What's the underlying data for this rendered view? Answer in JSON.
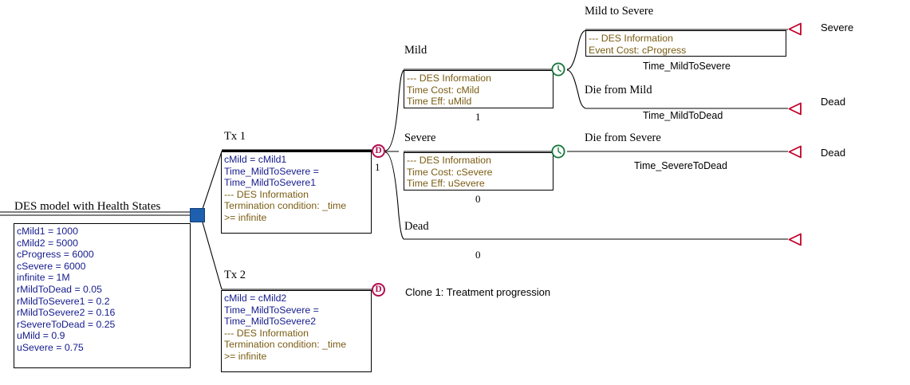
{
  "diagram": {
    "caption": "Clone 1: Treatment progression"
  },
  "root": {
    "label": "DES model with Health States",
    "node_icon": "square-node-icon",
    "variables": [
      "cMild1 = 1000",
      "cMild2 = 5000",
      "cProgress = 6000",
      "cSevere = 6000",
      "infinite = 1M",
      "rMildToDead = 0.05",
      "rMildToSevere1 = 0.2",
      "rMildToSevere2 = 0.16",
      "rSevereToDead = 0.25",
      "uMild = 0.9",
      "uSevere = 0.75"
    ]
  },
  "treatments": [
    {
      "label": "Tx 1",
      "node_icon": "decision-node-icon",
      "node_glyph": "D",
      "payoff": "1",
      "lines": [
        {
          "text": "cMild = cMild1",
          "kind": "var"
        },
        {
          "text": "Time_MildToSevere =",
          "kind": "var"
        },
        {
          "text": "Time_MildToSevere1",
          "kind": "var"
        },
        {
          "text": "--- DES Information",
          "kind": "des"
        },
        {
          "text": "Termination condition: _time",
          "kind": "des"
        },
        {
          "text": ">= infinite",
          "kind": "des"
        }
      ]
    },
    {
      "label": "Tx 2",
      "node_icon": "decision-node-icon",
      "node_glyph": "D",
      "payoff": "",
      "lines": [
        {
          "text": "cMild = cMild2",
          "kind": "var"
        },
        {
          "text": "Time_MildToSevere =",
          "kind": "var"
        },
        {
          "text": "Time_MildToSevere2",
          "kind": "var"
        },
        {
          "text": "--- DES Information",
          "kind": "des"
        },
        {
          "text": "Termination condition: _time",
          "kind": "des"
        },
        {
          "text": ">= infinite",
          "kind": "des"
        }
      ]
    }
  ],
  "health_states": [
    {
      "label": "Mild",
      "node_icon": "clock-node-icon",
      "payoff": "1",
      "lines": [
        {
          "text": "--- DES Information",
          "kind": "des"
        },
        {
          "text": "Time Cost: cMild",
          "kind": "des"
        },
        {
          "text": "Time Eff: uMild",
          "kind": "des"
        }
      ]
    },
    {
      "label": "Severe",
      "node_icon": "clock-node-icon",
      "payoff": "0",
      "lines": [
        {
          "text": "--- DES Information",
          "kind": "des"
        },
        {
          "text": "Time Cost: cSevere",
          "kind": "des"
        },
        {
          "text": "Time Eff: uSevere",
          "kind": "des"
        }
      ]
    },
    {
      "label": "Dead",
      "node_icon": "terminal-triangle-icon",
      "payoff": "0",
      "lines": []
    }
  ],
  "events": [
    {
      "label": "Mild to Severe",
      "distribution": "Time_MildToSevere",
      "terminal_label": "Severe",
      "node_icon": "terminal-triangle-icon",
      "lines": [
        {
          "text": "--- DES Information",
          "kind": "des"
        },
        {
          "text": "Event Cost: cProgress",
          "kind": "des"
        }
      ]
    },
    {
      "label": "Die from Mild",
      "distribution": "Time_MildToDead",
      "terminal_label": "Dead",
      "node_icon": "terminal-triangle-icon",
      "lines": []
    },
    {
      "label": "Die from Severe",
      "distribution": "Time_SevereToDead",
      "terminal_label": "Dead",
      "node_icon": "terminal-triangle-icon",
      "lines": []
    }
  ],
  "colors": {
    "root_node": "#1f5fb0",
    "decision_node": "#b01050",
    "clock_node": "#1a7a3c",
    "terminal_triangle": "#c00028",
    "variable_text": "#151b8d",
    "des_text": "#7a5c12"
  }
}
